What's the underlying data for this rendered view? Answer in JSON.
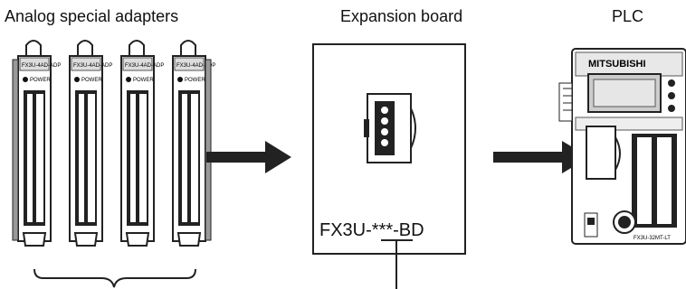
{
  "labels": {
    "adapters": "Analog special adapters",
    "expansion_board": "Expansion board",
    "plc": "PLC"
  },
  "adapters": [
    {
      "model": "FX3U-4AD-ADP",
      "power": "POWER"
    },
    {
      "model": "FX3U-4AD-ADP",
      "power": "POWER"
    },
    {
      "model": "FX3U-4AD-ADP",
      "power": "POWER"
    },
    {
      "model": "FX3U-4AD-ADP",
      "power": "POWER"
    }
  ],
  "board": {
    "model": "FX3U-***-BD"
  },
  "plc": {
    "brand": "MITSUBISHI",
    "model": "FX3U-32MT-LT"
  }
}
